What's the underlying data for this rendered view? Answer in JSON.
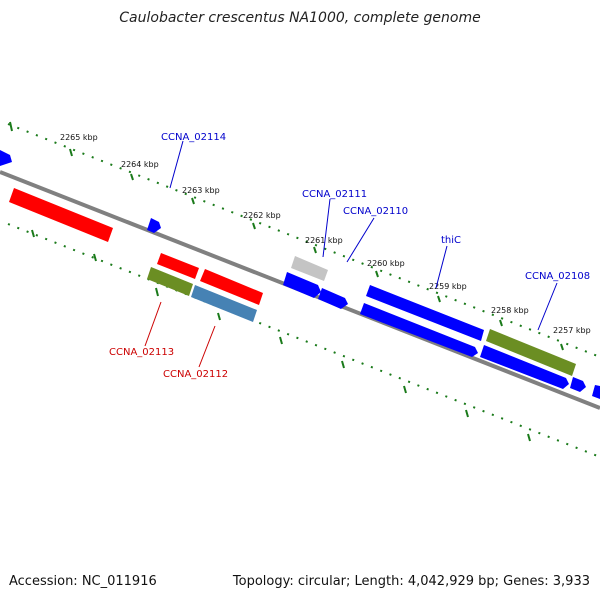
{
  "title": "Caulobacter crescentus NA1000, complete genome",
  "accession": "Accession: NC_011916",
  "summary": "Topology: circular; Length: 4,042,929 bp; Genes: 3,933",
  "colors": {
    "forward_gene": "#0000ff",
    "reverse_gene": "#ff0000",
    "rna_gene": "#6b8e23",
    "pseudo_gene": "#4682b4",
    "other_gene": "#bdbdbd",
    "tick": "#1a7a1a",
    "backbone": "#808080",
    "forward_label": "#0000cc",
    "reverse_label": "#cc0000"
  },
  "kbp_labels": [
    "2265 kbp",
    "2264 kbp",
    "2263 kbp",
    "2262 kbp",
    "2261 kbp",
    "2260 kbp",
    "2259 kbp",
    "2258 kbp",
    "2257 kbp"
  ],
  "gene_labels": {
    "CCNA_02114": "CCNA_02114",
    "CCNA_02111": "CCNA_02111",
    "CCNA_02110": "CCNA_02110",
    "thiC": "thiC",
    "CCNA_02108": "CCNA_02108",
    "CCNA_02113": "CCNA_02113",
    "CCNA_02112": "CCNA_02112"
  }
}
